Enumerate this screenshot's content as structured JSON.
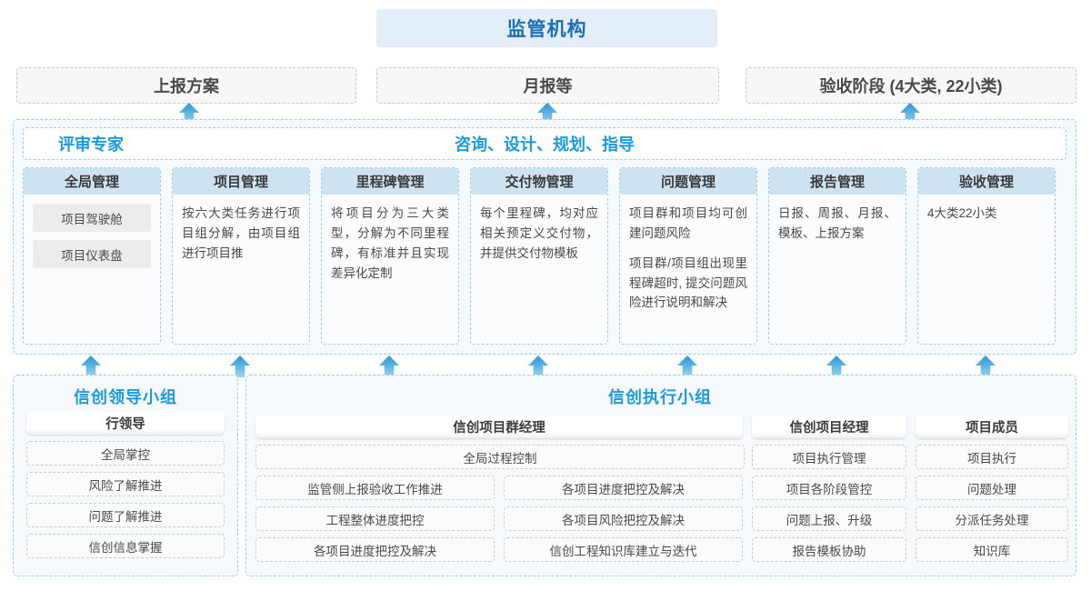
{
  "regulator": {
    "label": "监管机构"
  },
  "top_reports": [
    {
      "label": "上报方案"
    },
    {
      "label": "月报等"
    },
    {
      "label": "验收阶段 (4大类, 22小类)"
    }
  ],
  "middle": {
    "left_title": "评审专家",
    "center_title": "咨询、设计、规划、指导",
    "columns": [
      {
        "header": "全局管理",
        "pills": [
          "项目驾驶舱",
          "项目仪表盘"
        ],
        "paragraphs": []
      },
      {
        "header": "项目管理",
        "pills": [],
        "paragraphs": [
          "按六大类任务进行项目组分解，由项目组进行项目推"
        ]
      },
      {
        "header": "里程碑管理",
        "pills": [],
        "paragraphs": [
          "将项目分为三大类型，分解为不同里程碑，有标准并且实现差异化定制"
        ]
      },
      {
        "header": "交付物管理",
        "pills": [],
        "paragraphs": [
          "每个里程碑，均对应相关预定义交付物，并提供交付物模板"
        ]
      },
      {
        "header": "问题管理",
        "pills": [],
        "paragraphs": [
          "项目群和项目均可创建问题风险",
          "项目群/项目组出现里程碑超时, 提交问题风险进行说明和解决"
        ]
      },
      {
        "header": "报告管理",
        "pills": [],
        "paragraphs": [
          "日报、周报、月报、模板、上报方案"
        ]
      },
      {
        "header": "验收管理",
        "pills": [],
        "plain": [
          "4大类22小类"
        ],
        "paragraphs": []
      }
    ]
  },
  "bottom": {
    "left_group": {
      "title": "信创领导小组",
      "role": "行领导",
      "tasks": [
        "全局掌控",
        "风险了解推进",
        "问题了解推进",
        "信创信息掌握"
      ]
    },
    "right_group": {
      "title": "信创执行小组",
      "pg_manager": {
        "role": "信创项目群经理",
        "full_task": "全局过程控制",
        "left_tasks": [
          "监管侧上报验收工作推进",
          "工程整体进度把控",
          "各项目进度把控及解决"
        ],
        "right_tasks": [
          "各项目进度把控及解决",
          "各项目风险把控及解决",
          "信创工程知识库建立与迭代"
        ]
      },
      "p_manager": {
        "role": "信创项目经理",
        "tasks": [
          "项目执行管理",
          "项目各阶段管控",
          "问题上报、升级",
          "报告模板协助"
        ]
      },
      "member": {
        "role": "项目成员",
        "tasks": [
          "项目执行",
          "问题处理",
          "分派任务处理",
          "知识库"
        ]
      }
    }
  },
  "colors": {
    "accent_blue": "#1b9ae0",
    "header_blue": "#cde3f2",
    "regulator_bg": "#e4eef8",
    "regulator_text": "#1c6fb5",
    "arrow": "#50aee0"
  }
}
